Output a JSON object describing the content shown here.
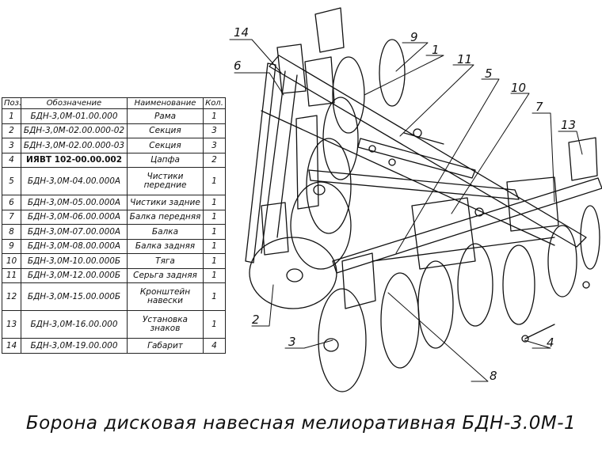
{
  "table": {
    "headers": {
      "pos": "Поз.",
      "code": "Обозначение",
      "name": "Наименование",
      "qty": "Кол."
    },
    "rows": [
      {
        "pos": "1",
        "code": "БДН-3,0М-01.00.000",
        "name": "Рама",
        "qty": "1"
      },
      {
        "pos": "2",
        "code": "БДН-3,0М-02.00.000-02",
        "name": "Секция",
        "qty": "3"
      },
      {
        "pos": "3",
        "code": "БДН-3,0М-02.00.000-03",
        "name": "Секция",
        "qty": "3"
      },
      {
        "pos": "4",
        "code": "ИЯВТ 102-00.00.002",
        "name": "Цапфа",
        "qty": "2"
      },
      {
        "pos": "5",
        "code": "БДН-3,0М-04.00.000А",
        "name": "Чистики передние",
        "qty": "1"
      },
      {
        "pos": "6",
        "code": "БДН-3,0М-05.00.000А",
        "name": "Чистики задние",
        "qty": "1"
      },
      {
        "pos": "7",
        "code": "БДН-3,0М-06.00.000А",
        "name": "Балка передняя",
        "qty": "1"
      },
      {
        "pos": "8",
        "code": "БДН-3,0М-07.00.000А",
        "name": "Балка",
        "qty": "1"
      },
      {
        "pos": "9",
        "code": "БДН-3,0М-08.00.000А",
        "name": "Балка задняя",
        "qty": "1"
      },
      {
        "pos": "10",
        "code": "БДН-3,0М-10.00.000Б",
        "name": "Тяга",
        "qty": "1"
      },
      {
        "pos": "11",
        "code": "БДН-3,0М-12.00.000Б",
        "name": "Серьга задняя",
        "qty": "1"
      },
      {
        "pos": "12",
        "code": "БДН-3,0М-15.00.000Б",
        "name": "Кронштейн навески",
        "qty": "1"
      },
      {
        "pos": "13",
        "code": "БДН-3,0М-16.00.000",
        "name": "Установка знаков",
        "qty": "1"
      },
      {
        "pos": "14",
        "code": "БДН-3,0М-19.00.000",
        "name": "Габарит",
        "qty": "4"
      }
    ]
  },
  "callouts": [
    "1",
    "2",
    "3",
    "4",
    "5",
    "6",
    "7",
    "8",
    "9",
    "10",
    "11",
    "13",
    "14"
  ],
  "caption": "Борона дисковая навесная мелиоративная БДН-3.0М-1"
}
